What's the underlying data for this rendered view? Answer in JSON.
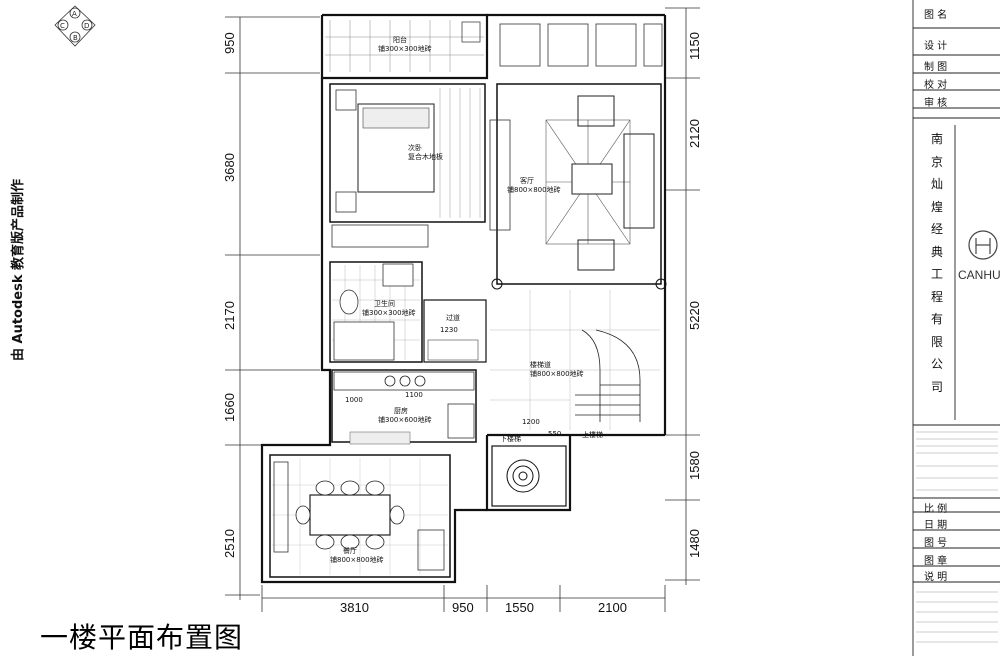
{
  "watermark": "由 Autodesk 教育版产品制作",
  "title": "一楼平面布置图",
  "compass": {
    "letters": [
      "A",
      "B",
      "C",
      "D"
    ]
  },
  "dims": {
    "left": [
      "950",
      "3680",
      "2170",
      "1660",
      "2510"
    ],
    "right": [
      "1150",
      "2120",
      "5220",
      "1580",
      "1480"
    ],
    "bottom": [
      "3810",
      "950",
      "1550",
      "2100"
    ]
  },
  "rooms": {
    "balcony": "阳台",
    "balcony_floor": "铺300×300地砖",
    "bedroom": "次卧",
    "bedroom_floor": "复合木地板",
    "living": "客厅",
    "living_floor": "铺800×800地砖",
    "bathroom": "卫生间",
    "bathroom_floor": "铺300×300地砖",
    "corridor": "过道",
    "stairwell": "楼梯道",
    "stairwell_floor": "铺800×800地砖",
    "kitchen": "厨房",
    "kitchen_floor": "铺300×600地砖",
    "dining": "餐厅",
    "dining_floor": "铺800×800地砖",
    "stair_up": "上楼梯",
    "stair_down": "下楼梯",
    "dim_1200": "1200",
    "dim_1000": "1000",
    "dim_1100": "1100",
    "dim_1230": "1230",
    "dim_550": "550"
  },
  "title_block": {
    "rows": [
      "图 名",
      "设 计",
      "制 图",
      "校 对",
      "审 核"
    ],
    "company": [
      "南",
      "京",
      "灿",
      "煌",
      "经",
      "典",
      "工",
      "程",
      "有",
      "限",
      "公",
      "司"
    ],
    "brand": "CANHU",
    "lower_rows": [
      "比 例",
      "日 期",
      "图 号",
      "图 章",
      "说 明"
    ]
  }
}
